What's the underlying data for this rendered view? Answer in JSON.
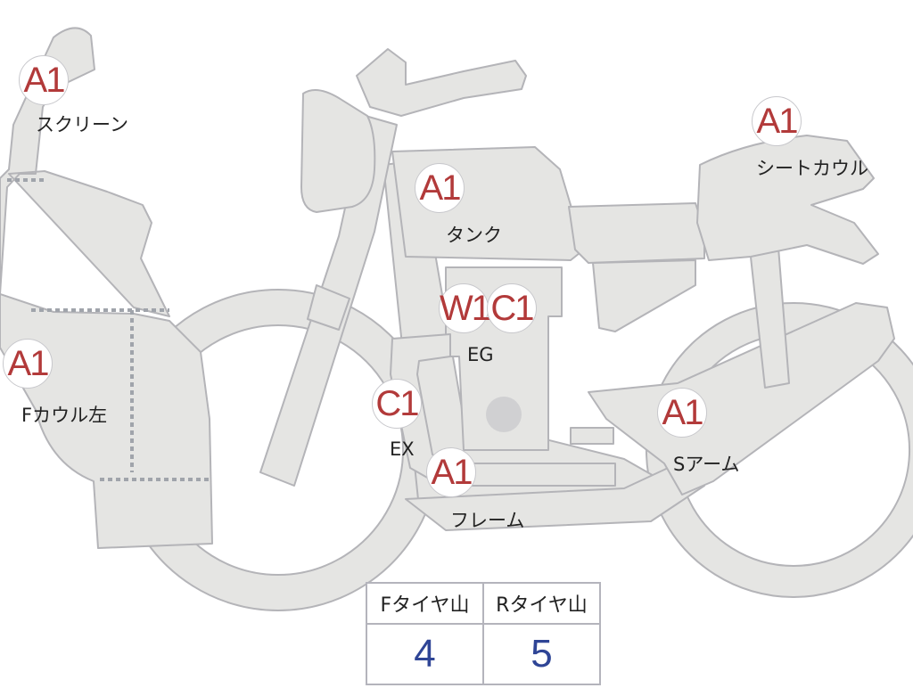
{
  "parts": [
    {
      "id": "screen",
      "grade": "A1",
      "label": "スクリーン"
    },
    {
      "id": "tank",
      "grade": "A1",
      "label": "タンク"
    },
    {
      "id": "seat-cowl",
      "grade": "A1",
      "label": "シートカウル"
    },
    {
      "id": "engine",
      "grades": [
        "W1",
        "C1"
      ],
      "label": "EG"
    },
    {
      "id": "f-cowl-left",
      "grade": "A1",
      "label": "Fカウル左"
    },
    {
      "id": "exhaust",
      "grade": "C1",
      "label": "EX"
    },
    {
      "id": "frame",
      "grade": "A1",
      "label": "フレーム"
    },
    {
      "id": "swingarm",
      "grade": "A1",
      "label": "Sアーム"
    }
  ],
  "tire_table": {
    "headers": [
      "Fタイヤ山",
      "Rタイヤ山"
    ],
    "values": [
      "4",
      "5"
    ]
  },
  "colors": {
    "grade_text": "#b23a3a",
    "value_text": "#2f4596",
    "part_fill": "#e5e5e3"
  }
}
